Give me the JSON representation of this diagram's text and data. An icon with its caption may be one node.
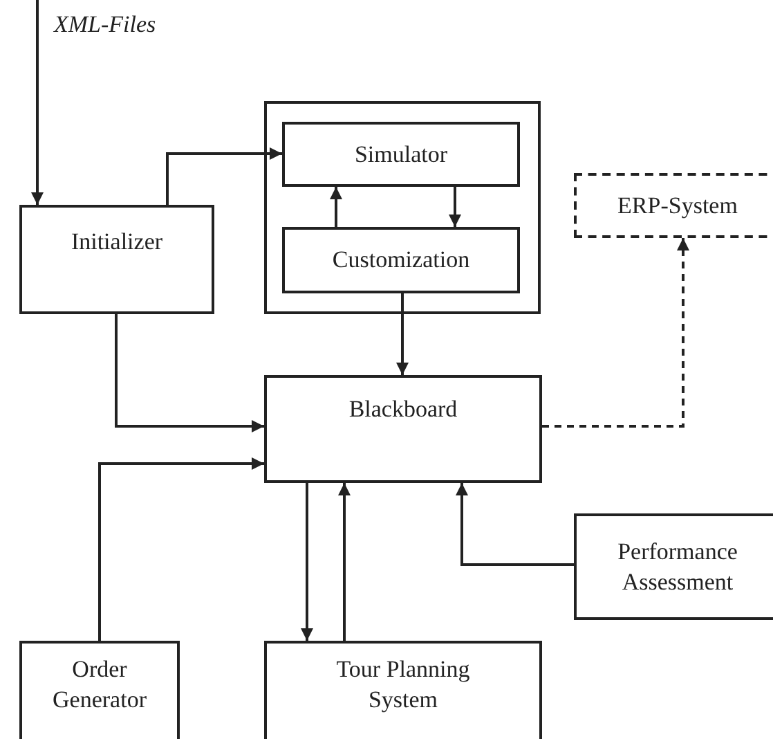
{
  "diagram": {
    "nodes": [
      {
        "text": [],
        "shape": "box"
      },
      {
        "text": [
          "Simulator"
        ],
        "in": 0
      },
      {
        "text": [
          "Customization"
        ],
        "in": 0
      },
      {
        "text": [
          "Initializer"
        ]
      },
      {
        "text": [
          "ERP-System"
        ]
      },
      {
        "text": [
          "Blackboard"
        ]
      },
      {
        "text": [
          "Performance Assessment"
        ]
      },
      {
        "text": [
          "Order Generator"
        ]
      },
      {
        "text": [
          "Tour Planning System"
        ]
      }
    ],
    "edges": [
      {
        "from": null,
        "to": 3,
        "arrow": "to"
      },
      {
        "from": 3,
        "to": 1,
        "arrow": "to"
      },
      {
        "from": 2,
        "to": 1,
        "arrow": "to"
      },
      {
        "from": 1,
        "to": 2,
        "arrow": "to"
      },
      {
        "from": 2,
        "to": 5,
        "arrow": "to"
      },
      {
        "from": 3,
        "to": 5,
        "arrow": "to"
      },
      {
        "from": 7,
        "to": 5,
        "arrow": "to"
      },
      {
        "from": 5,
        "to": 8,
        "arrow": "to"
      },
      {
        "from": 8,
        "to": 5,
        "arrow": "to"
      },
      {
        "from": 6,
        "to": 5,
        "arrow": "to"
      },
      {
        "from": 5,
        "to": 4,
        "arrow": "to",
        "style": "dashed"
      }
    ],
    "labels": [
      "XML-Files"
    ]
  }
}
